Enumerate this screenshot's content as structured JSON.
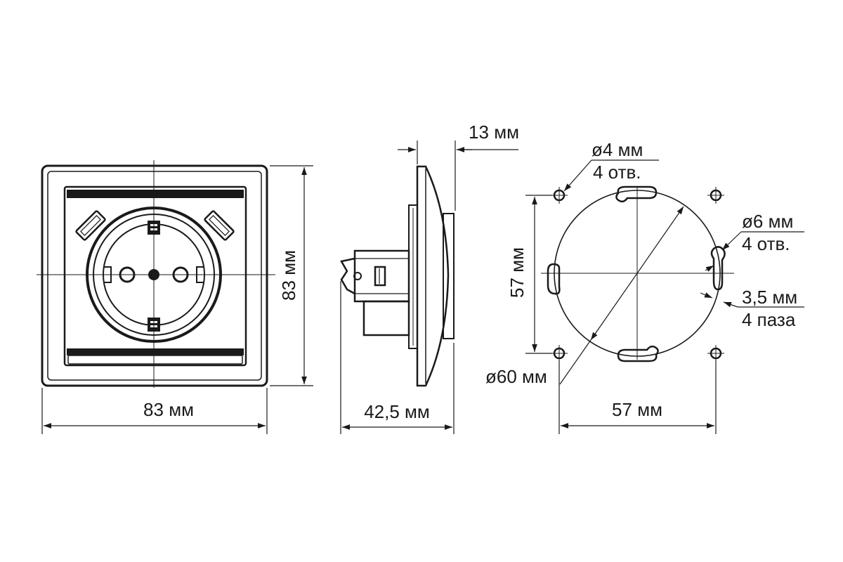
{
  "front_view": {
    "width_label": "83 мм",
    "height_label": "83 мм"
  },
  "side_view": {
    "depth_label": "42,5 мм",
    "plate_label": "13 мм"
  },
  "mounting_view": {
    "diameter_label": "ø60 мм",
    "span_h_label": "57 мм",
    "span_v_label": "57 мм",
    "small_holes": {
      "size_label": "ø4 мм",
      "count_label": "4 отв."
    },
    "large_holes": {
      "size_label": "ø6 мм",
      "count_label": "4 отв."
    },
    "slots": {
      "size_label": "3,5 мм",
      "count_label": "4 паза"
    }
  },
  "colors": {
    "line": "#1a1a1a",
    "background": "#ffffff"
  }
}
